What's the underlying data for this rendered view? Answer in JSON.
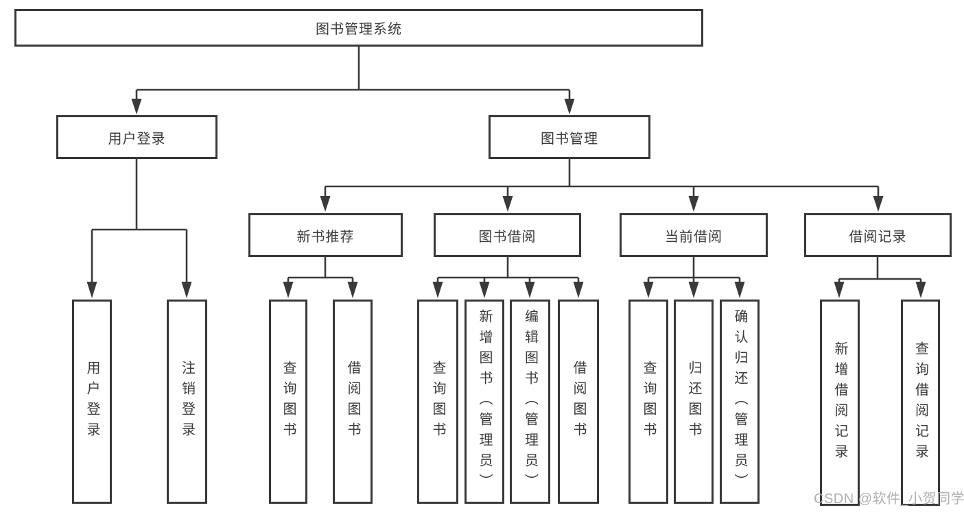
{
  "diagram": {
    "root_label": "图书管理系统",
    "level2": [
      "用户登录",
      "图书管理"
    ],
    "level3": [
      "新书推荐",
      "图书借阅",
      "当前借阅",
      "借阅记录"
    ],
    "leaves_user_login": [
      "用户登录",
      "注销登录"
    ],
    "leaves_new_book": [
      "查询图书",
      "借阅图书"
    ],
    "leaves_book_borrow": [
      "查询图书",
      "新增图书（管理员）",
      "编辑图书（管理员）",
      "借阅图书"
    ],
    "leaves_current_borrow": [
      "查询图书",
      "归还图书",
      "确认归还（管理员）"
    ],
    "leaves_borrow_records": [
      "新增借阅记录",
      "查询借阅记录"
    ]
  },
  "watermark": "CSDN @软件_小贺同学",
  "colors": {
    "line": "#3a3a3a",
    "border": "#383838",
    "text": "#3a3a3a",
    "watermark": "#b0b0b0",
    "background": "#ffffff"
  }
}
